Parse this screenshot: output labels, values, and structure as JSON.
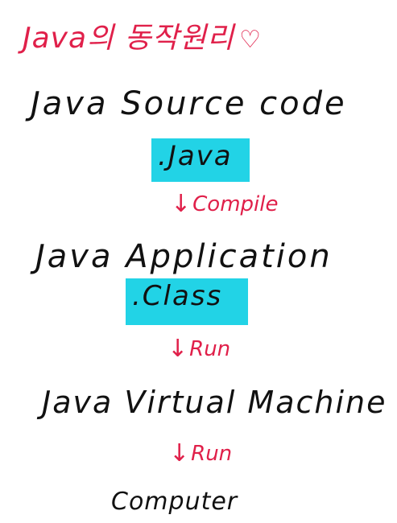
{
  "colors": {
    "accent": "#e0204a",
    "highlight": "#22d3e6",
    "ink": "#111111"
  },
  "title": {
    "text": "Java의 동작원리",
    "heart": "♡"
  },
  "nodes": {
    "source": {
      "label": "Java Source code"
    },
    "source_ext": {
      "label": ".Java"
    },
    "application": {
      "label": "Java Application"
    },
    "application_ext": {
      "label": ".Class"
    },
    "jvm": {
      "label": "Java Virtual Machine"
    },
    "computer": {
      "label": "Computer"
    }
  },
  "arrows": {
    "compile": {
      "glyph": "↓",
      "label": "Compile"
    },
    "run1": {
      "glyph": "↓",
      "label": "Run"
    },
    "run2": {
      "glyph": "↓",
      "label": "Run"
    }
  }
}
